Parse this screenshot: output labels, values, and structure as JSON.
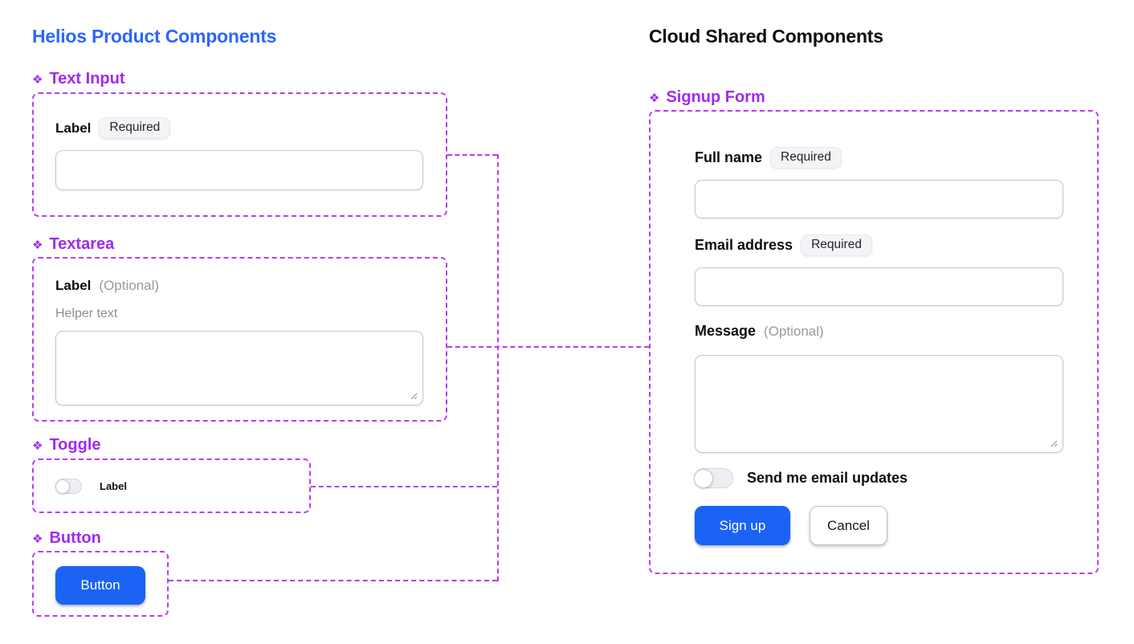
{
  "icons": {
    "component": "❖",
    "resize": "resize-handle"
  },
  "palette": {
    "outline_purple": "#BB3BF2",
    "component_label_purple": "#9E2BF0",
    "helios_title_blue": "#2B66FF",
    "primary_button_blue": "#1B63F5",
    "badge_background": "#F4F4F8",
    "input_border": "#C7C7CF"
  },
  "helios": {
    "title": "Helios Product Components",
    "text_input": {
      "component_name": "Text Input",
      "label": "Label",
      "badge": "Required",
      "value": ""
    },
    "textarea": {
      "component_name": "Textarea",
      "label": "Label",
      "optional": "(Optional)",
      "helper": "Helper text",
      "value": ""
    },
    "toggle": {
      "component_name": "Toggle",
      "label": "Label",
      "checked": false
    },
    "button": {
      "component_name": "Button",
      "label": "Button"
    }
  },
  "cloud": {
    "title": "Cloud Shared Components",
    "signup_form": {
      "component_name": "Signup Form",
      "full_name": {
        "label": "Full name",
        "badge": "Required",
        "value": ""
      },
      "email": {
        "label": "Email address",
        "badge": "Required",
        "value": ""
      },
      "message": {
        "label": "Message",
        "optional": "(Optional)",
        "value": ""
      },
      "updates_toggle": {
        "label": "Send me email updates",
        "checked": false
      },
      "submit_label": "Sign up",
      "cancel_label": "Cancel"
    }
  }
}
